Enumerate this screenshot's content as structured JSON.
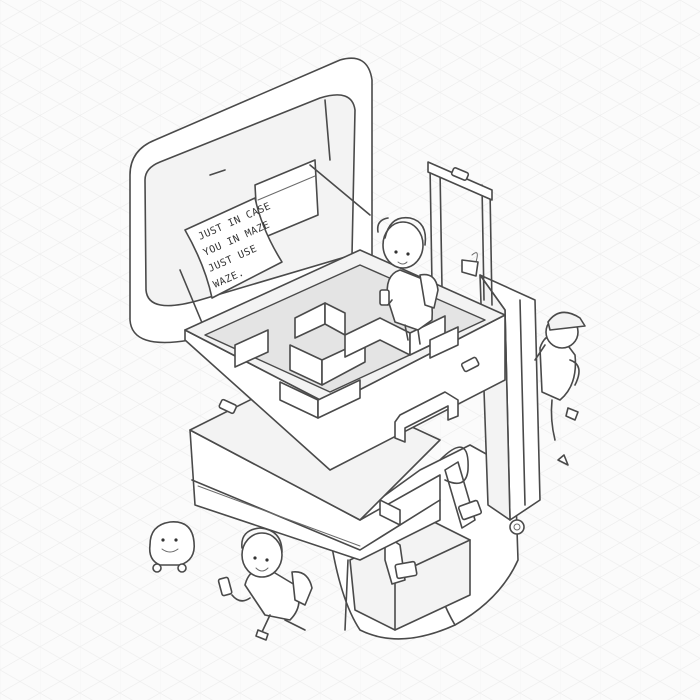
{
  "scene": {
    "background": "#fbfbfb",
    "line_color": "#4a4a4a",
    "note": {
      "lines": [
        "JUST IN CASE",
        "YOU IN MAZE",
        "JUST USE",
        "WAZE."
      ]
    },
    "icons": [
      "waze-icon",
      "smartphone-icon",
      "tag-icon"
    ]
  }
}
